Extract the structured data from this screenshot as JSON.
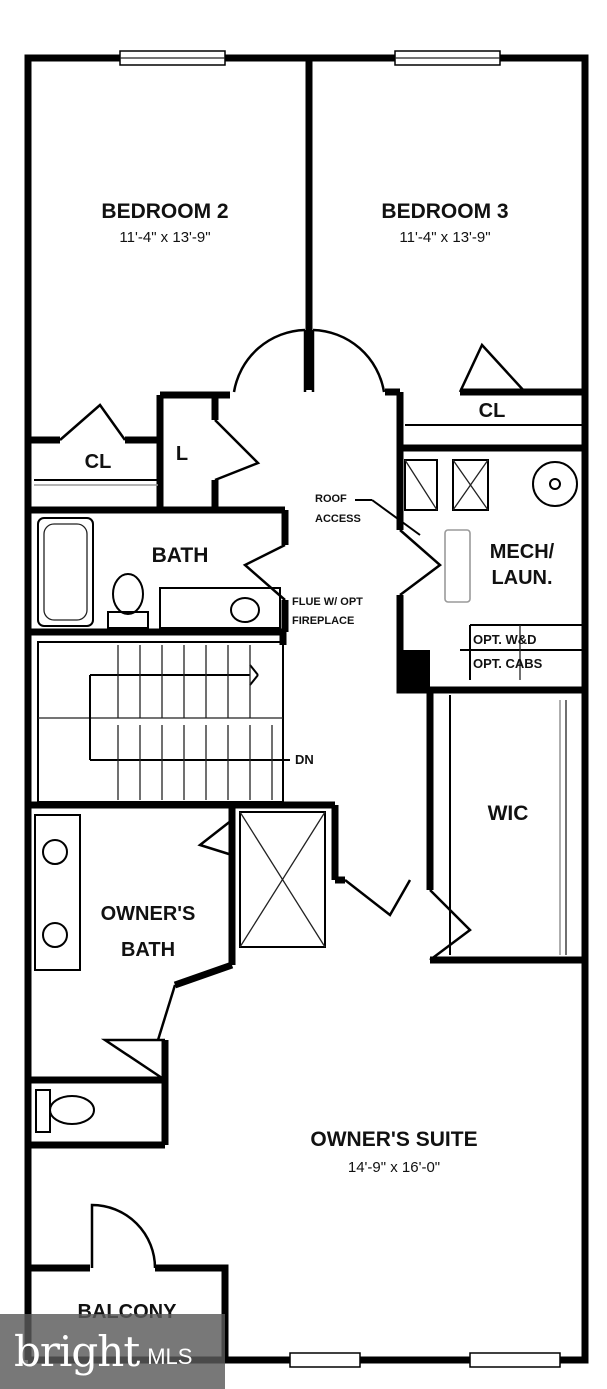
{
  "rooms": {
    "bedroom2": {
      "name": "BEDROOM 2",
      "dims": "11'-4\" x 13'-9\""
    },
    "bedroom3": {
      "name": "BEDROOM 3",
      "dims": "11'-4\" x 13'-9\""
    },
    "cl_left": "CL",
    "l_closet": "L",
    "cl_right": "CL",
    "bath": "BATH",
    "mech_laun": [
      "MECH/",
      "LAUN."
    ],
    "wic": "WIC",
    "owners_bath": [
      "OWNER'S",
      "BATH"
    ],
    "owners_suite": {
      "name": "OWNER'S SUITE",
      "dims": "14'-9\" x 16'-0\""
    },
    "balcony": "BALCONY"
  },
  "notes": {
    "roof_access": [
      "ROOF",
      "ACCESS"
    ],
    "flue": [
      "FLUE W/ OPT",
      "FIREPLACE"
    ],
    "opt_wd": "OPT. W&D",
    "opt_cabs": "OPT. CABS",
    "dn": "DN"
  },
  "watermark": {
    "brand": "bright",
    "mls": "MLS"
  },
  "colors": {
    "ink": "#000000",
    "paper": "#ffffff",
    "watermark_bg": "#5a5a5a"
  }
}
